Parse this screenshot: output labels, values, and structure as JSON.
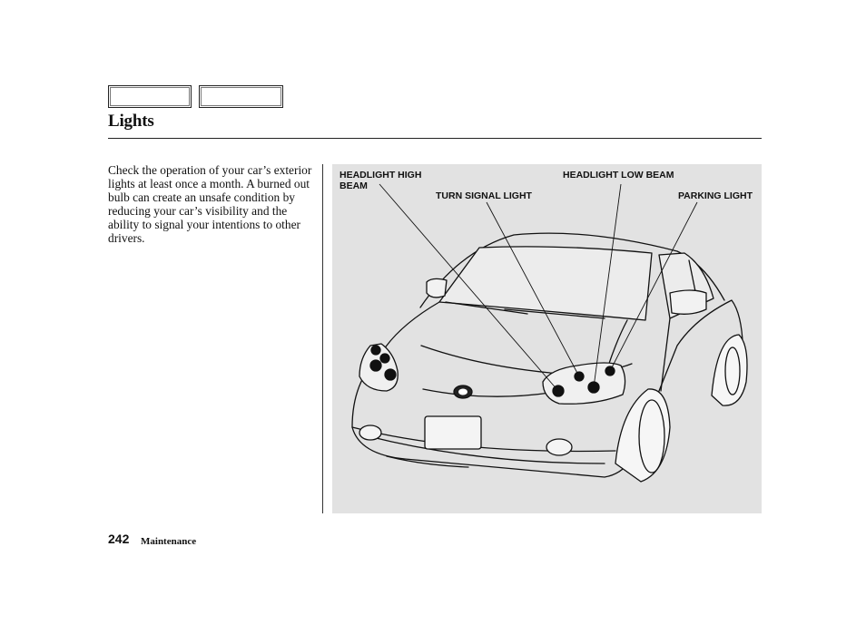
{
  "header": {
    "title": "Lights"
  },
  "body": {
    "paragraph": "Check the operation of your car’s exterior lights at least once a month. A burned out bulb can create an unsafe condition by reducing your car’s visibility and the ability to signal your intentions to other drivers."
  },
  "figure": {
    "labels": {
      "headlight_high_line1": "HEADLIGHT HIGH",
      "headlight_high_line2": "BEAM",
      "turn_signal": "TURN SIGNAL LIGHT",
      "headlight_low": "HEADLIGHT LOW BEAM",
      "parking": "PARKING LIGHT"
    }
  },
  "footer": {
    "page_number": "242",
    "section": "Maintenance"
  },
  "colors": {
    "figure_background": "#e2e2e2",
    "text": "#111111"
  }
}
